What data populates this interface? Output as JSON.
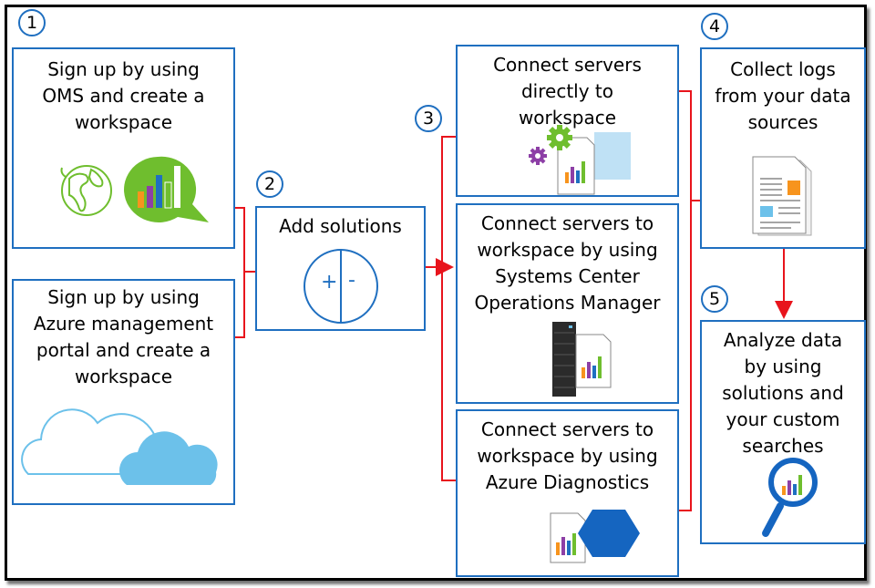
{
  "steps": [
    {
      "number": "1"
    },
    {
      "number": "2"
    },
    {
      "number": "3"
    },
    {
      "number": "4"
    },
    {
      "number": "5"
    }
  ],
  "boxes": {
    "oms_signup": {
      "lines": [
        "Sign up by using",
        "OMS and create a",
        "workspace"
      ]
    },
    "azure_signup": {
      "lines": [
        "Sign up by using",
        "Azure management",
        "portal and create  a",
        "workspace"
      ]
    },
    "add_solutions": {
      "lines": [
        "Add solutions"
      ],
      "plus": "+",
      "minus": "-"
    },
    "connect_direct": {
      "lines": [
        "Connect servers",
        "directly to",
        "workspace"
      ]
    },
    "connect_scom": {
      "lines": [
        "Connect servers to",
        "workspace by using",
        "Systems Center",
        "Operations Manager"
      ]
    },
    "connect_diag": {
      "lines": [
        "Connect servers to",
        "workspace by using",
        "Azure Diagnostics"
      ]
    },
    "collect_logs": {
      "lines": [
        "Collect logs",
        "from your data",
        "sources"
      ]
    },
    "analyze": {
      "lines": [
        "Analyze data",
        "by using",
        "solutions and",
        "your custom",
        "searches"
      ]
    }
  },
  "colors": {
    "box_border": "#1f6fc0",
    "connector": "#e8141c",
    "green": "#6fbe2e",
    "orange": "#f7941d",
    "blue": "#1f6fc0",
    "light_blue": "#6cc1ea"
  }
}
